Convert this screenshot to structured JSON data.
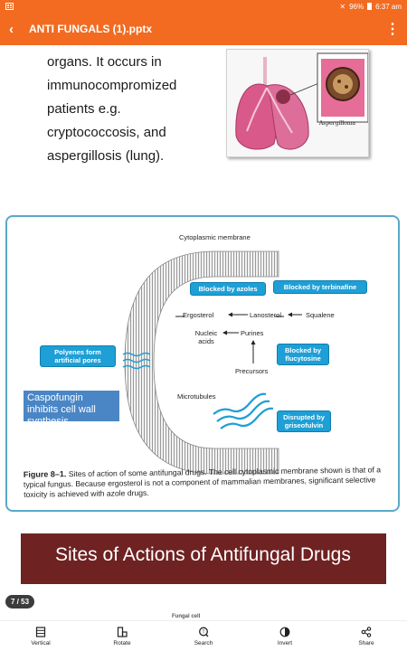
{
  "status_bar": {
    "battery": "96%",
    "time": "6:37 am"
  },
  "app_bar": {
    "title": "ANTI FUNGALS (1).pptx"
  },
  "slide_top": {
    "lines": [
      "organs. It occurs in",
      "immunocompromized",
      "patients e.g.",
      "cryptococcosis,  and",
      "aspergillosis (lung)."
    ],
    "image_label": "Aspergilloma"
  },
  "figure": {
    "membrane_label": "Cytoplasmic membrane",
    "boxes": {
      "azoles": "Blocked by azoles",
      "terbinafine": "Blocked by terbinafine",
      "polyenes": "Polyenes form artificial pores",
      "flucytosine": "Blocked by flucytosine",
      "griseofulvin": "Disrupted by griseofulvin"
    },
    "labels": {
      "ergosterol": "Ergosterol",
      "lanosterol": "Lanosterol",
      "squalene": "Squalene",
      "nucleic_acids": "Nucleic acids",
      "purines": "Purines",
      "precursors": "Precursors",
      "microtubules": "Microtubules"
    },
    "overlay": "Caspofungin inhibits  cell wall synthesis",
    "caption_lead": "Figure 8–1.",
    "caption": "Sites of action of some antifungal drugs. The cell cytoplasmic membrane shown is that of a typical fungus. Because ergosterol is not a component of mammalian membranes, significant selective toxicity is achieved with azole drugs."
  },
  "next_slide": {
    "title": "Sites of Actions of Antifungal Drugs",
    "hint": "Fungal cell"
  },
  "page_indicator": "7 / 53",
  "bottom_bar": [
    {
      "label": "Vertical",
      "icon": "vertical-icon"
    },
    {
      "label": "Rotate",
      "icon": "rotate-icon"
    },
    {
      "label": "Search",
      "icon": "search-icon"
    },
    {
      "label": "Invert",
      "icon": "invert-icon"
    },
    {
      "label": "Share",
      "icon": "share-icon"
    }
  ],
  "colors": {
    "accent": "#f26b21",
    "figure_border": "#5aa8c8",
    "callout_blue": "#1e9fd6",
    "title_slide_bg": "#6f2222",
    "overlay_blue": "#4a86c5"
  }
}
